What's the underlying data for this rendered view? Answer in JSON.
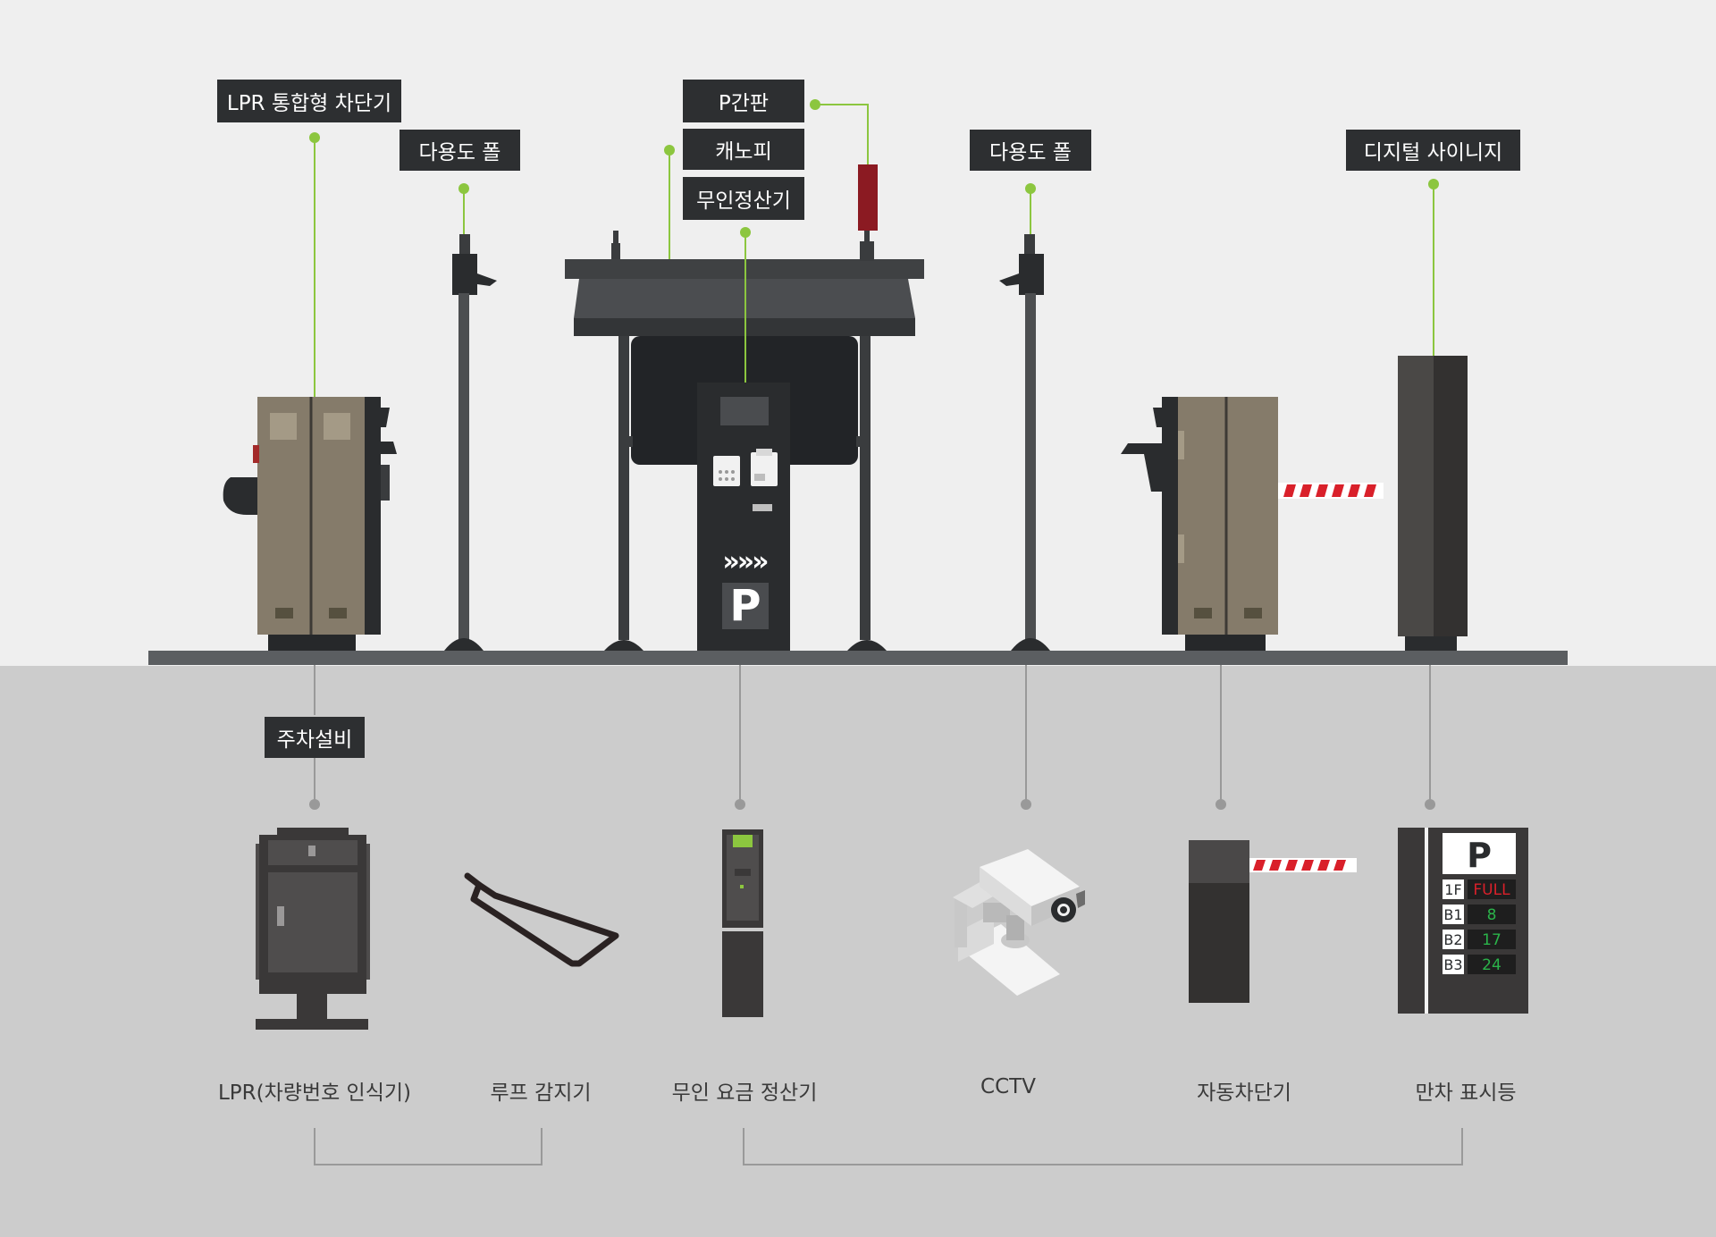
{
  "colors": {
    "background_top": "#efefef",
    "background_bottom": "#cccccc",
    "label_bg": "#2d2f31",
    "label_text": "#ffffff",
    "leader_green": "#8cc63f",
    "leader_gray": "#999999",
    "equipment_dark": "#2d2f31",
    "equipment_tan": "#857b6a",
    "barrier_red": "#d9202a",
    "p_sign_red": "#8b1a22",
    "led_green": "#2bb34a"
  },
  "top_labels": {
    "lpr_gate": "LPR 통합형 차단기",
    "pole_left": "다용도 폴",
    "p_sign": "P간판",
    "canopy": "캐노피",
    "pay_station": "무인정산기",
    "pole_right": "다용도 폴",
    "signage": "디지털 사이니지"
  },
  "section_label": "주차설비",
  "equipment": {
    "kiosk_symbol": "P",
    "kiosk_arrows": "»»»",
    "full_sign": {
      "symbol": "P",
      "rows": [
        {
          "floor": "1F",
          "value": "FULL"
        },
        {
          "floor": "B1",
          "value": "8"
        },
        {
          "floor": "B2",
          "value": "17"
        },
        {
          "floor": "B3",
          "value": "24"
        }
      ]
    }
  },
  "captions": {
    "lpr": "LPR(차량번호 인식기)",
    "loop": "루프 감지기",
    "payment": "무인 요금 정산기",
    "cctv": "CCTV",
    "barrier": "자동차단기",
    "full_sign": "만차 표시등"
  }
}
